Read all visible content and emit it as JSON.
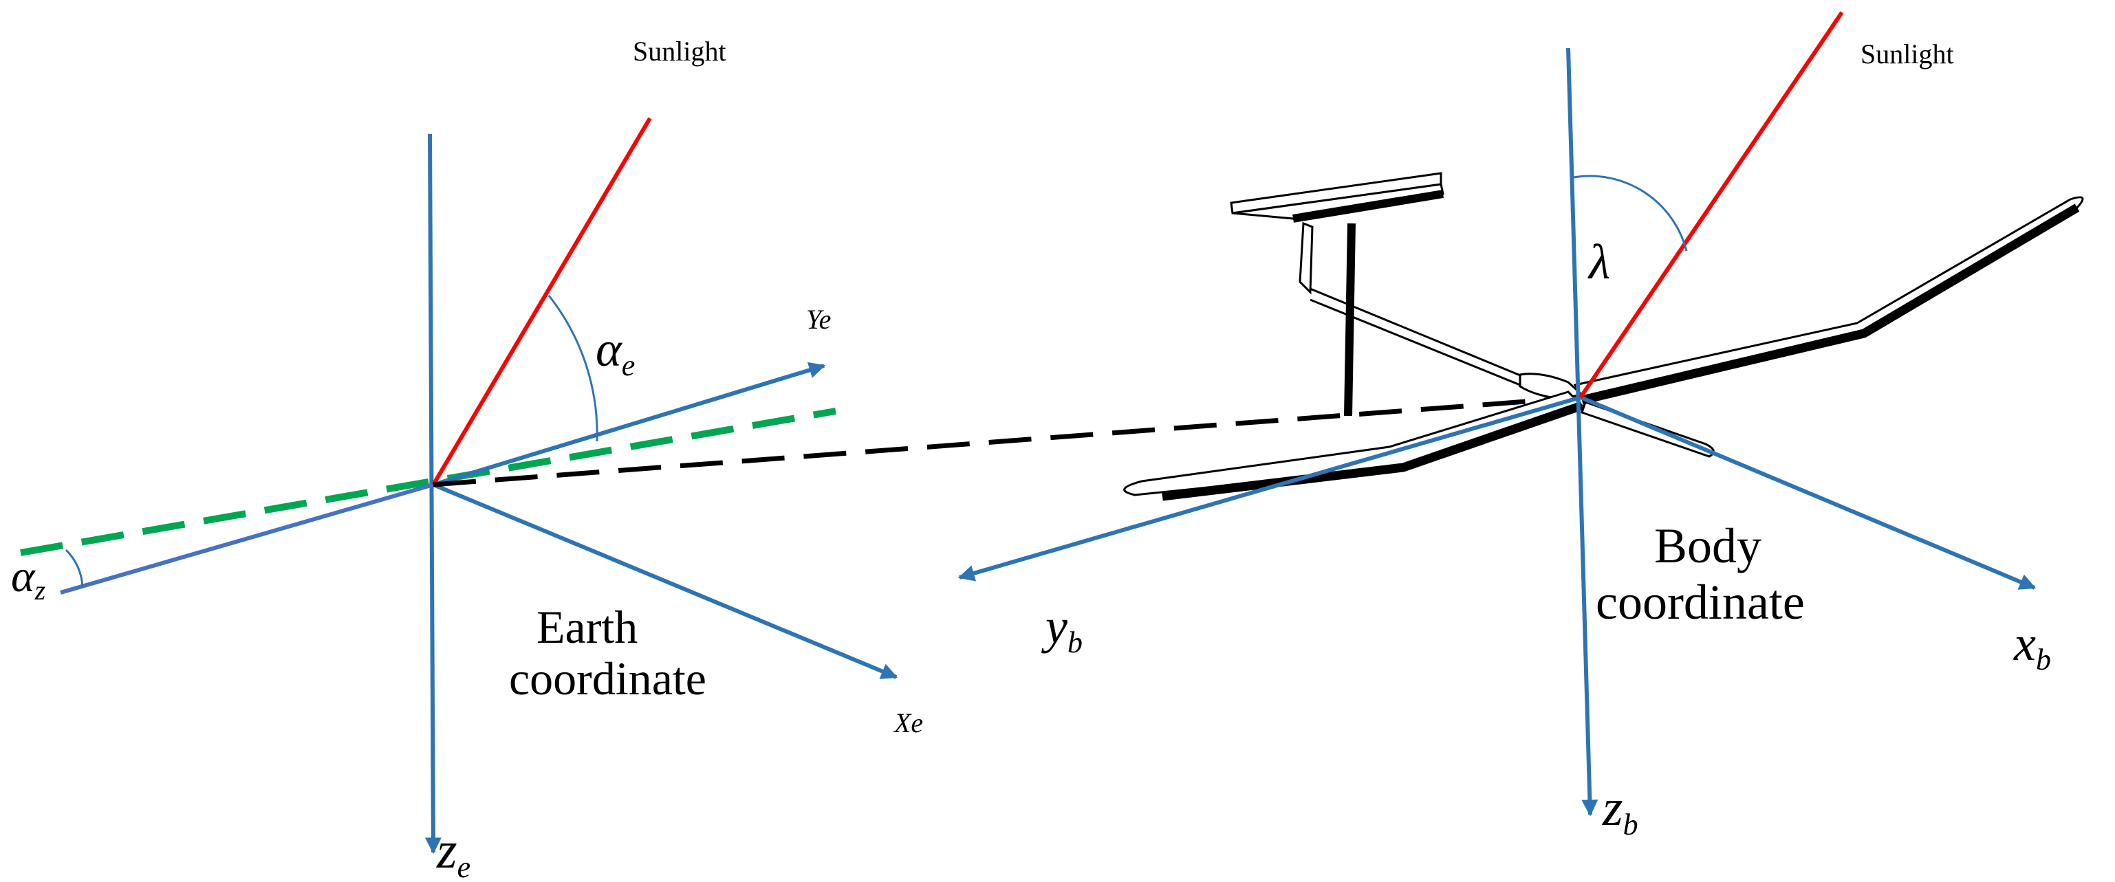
{
  "labels": {
    "sunlight_left": "Sunlight",
    "sunlight_right": "Sunlight",
    "earth_line1": "Earth",
    "earth_line2": "coordinate",
    "body_line1": "Body",
    "body_line2": "coordinate",
    "ye_main": "Ye",
    "xe_main": "Xe",
    "ze_main": "z",
    "ze_sub": "e",
    "alpha_e_main": "α",
    "alpha_e_sub": "e",
    "alpha_z_main": "α",
    "alpha_z_sub": "z",
    "yb_main": "y",
    "yb_sub": "b",
    "xb_main": "x",
    "xb_sub": "b",
    "zb_main": "z",
    "zb_sub": "b",
    "lambda": "λ"
  },
  "colors": {
    "axis": "#2E74B5",
    "sunlight": "#FF0000",
    "projection": "#00A651",
    "link": "#000000"
  },
  "icons": {
    "aircraft": "solar-uav-illustration"
  }
}
